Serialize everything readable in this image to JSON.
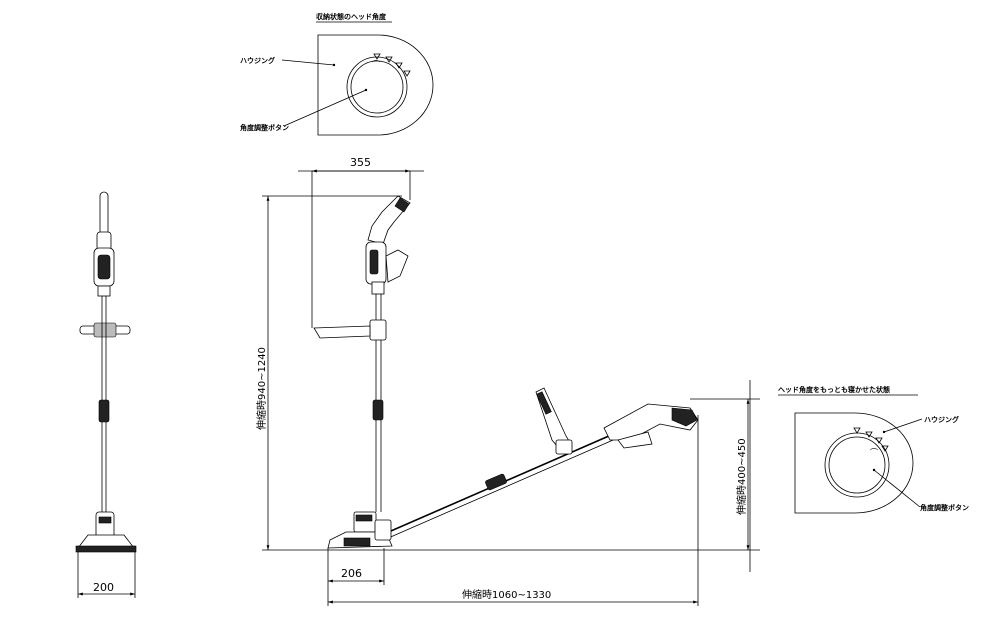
{
  "inset_top": {
    "title": "収納状態のヘッド角度",
    "housing_label": "ハウジング",
    "button_label": "角度調整ボタン"
  },
  "inset_right": {
    "title": "ヘッド角度をもっとも寝かせた状態",
    "housing_label": "ハウジング",
    "button_label": "角度調整ボタン"
  },
  "dimensions": {
    "front_width": "200",
    "head_depth": "206",
    "handle_offset": "355",
    "height_stored": "伸縮時940~1240",
    "height_angled": "伸縮時400~450",
    "length_extended": "伸縮時1060~1330"
  }
}
